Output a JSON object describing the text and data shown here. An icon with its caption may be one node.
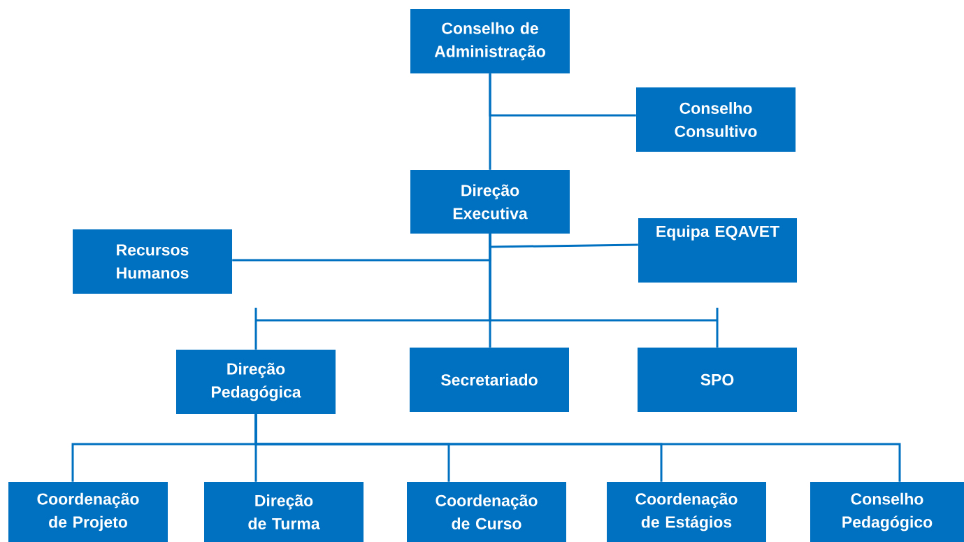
{
  "diagram": {
    "nodes": [
      {
        "text": [
          "Conselho de Administração"
        ]
      },
      {
        "text": [
          "Conselho Consultivo"
        ]
      },
      {
        "text": [
          "Direção Executiva"
        ]
      },
      {
        "text": [
          "Recursos Humanos"
        ]
      },
      {
        "text": [
          "Equipa EQAVET"
        ]
      },
      {
        "text": [
          "Direção Pedagógica"
        ]
      },
      {
        "text": [
          "Secretariado"
        ]
      },
      {
        "text": [
          "SPO"
        ]
      },
      {
        "text": [
          "Coordenação de Projeto"
        ]
      },
      {
        "text": [
          "Direção de Turma"
        ]
      },
      {
        "text": [
          "Coordenação de Curso"
        ]
      },
      {
        "text": [
          "Coordenação de Estágios"
        ]
      },
      {
        "text": [
          "Conselho Pedagógico"
        ]
      }
    ],
    "edges": [
      {
        "from": 0,
        "to": 1,
        "arrow": "none"
      },
      {
        "from": 0,
        "to": 2,
        "arrow": "none"
      },
      {
        "from": 2,
        "to": 3,
        "arrow": "none"
      },
      {
        "from": 2,
        "to": 4,
        "arrow": "none"
      },
      {
        "from": 2,
        "to": 5,
        "arrow": "none"
      },
      {
        "from": 2,
        "to": 6,
        "arrow": "none"
      },
      {
        "from": 2,
        "to": 7,
        "arrow": "none"
      },
      {
        "from": 5,
        "to": 8,
        "arrow": "none"
      },
      {
        "from": 5,
        "to": 9,
        "arrow": "none"
      },
      {
        "from": 5,
        "to": 10,
        "arrow": "none"
      },
      {
        "from": 5,
        "to": 11,
        "arrow": "none"
      },
      {
        "from": 5,
        "to": 12,
        "arrow": "none"
      }
    ]
  }
}
